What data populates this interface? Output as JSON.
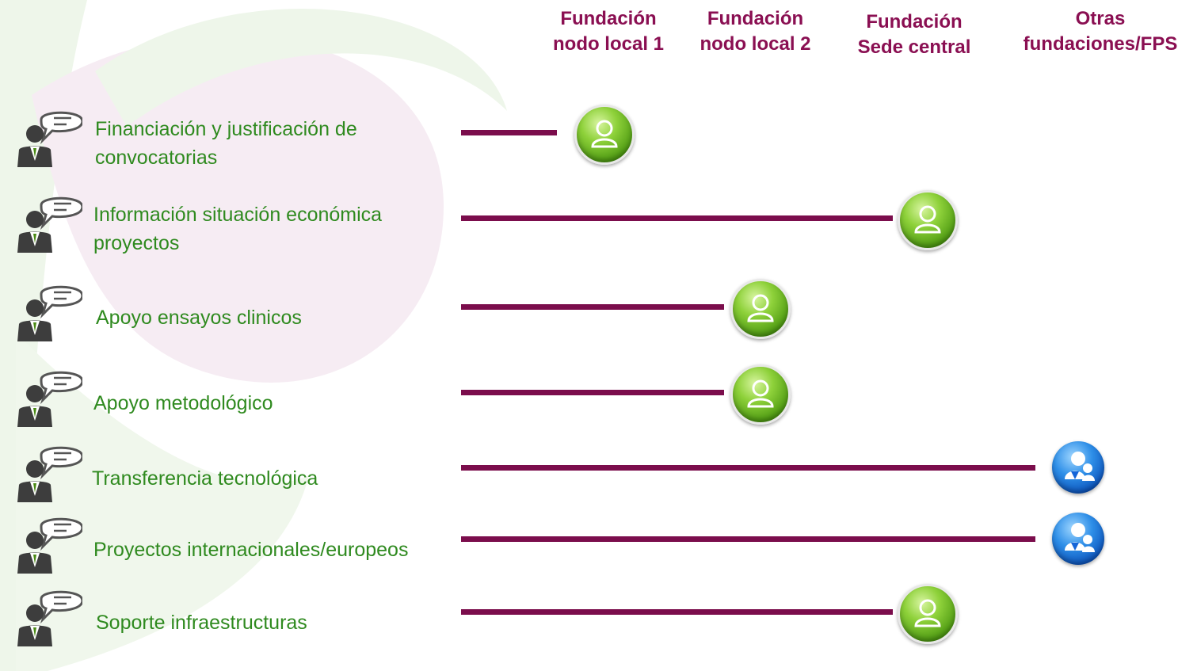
{
  "columns": [
    {
      "line1": "Fundación",
      "line2": "nodo local 1"
    },
    {
      "line1": "Fundación",
      "line2": "nodo local 2"
    },
    {
      "line1": "Fundación",
      "line2": "Sede central"
    },
    {
      "line1": "Otras",
      "line2": "fundaciones/FPS"
    }
  ],
  "rows": [
    {
      "label_lines": [
        "Financiación y justificación de",
        "convocatorias"
      ],
      "target_column": 1,
      "node_style": "green-person-icon"
    },
    {
      "label_lines": [
        "Información situación económica",
        "proyectos"
      ],
      "target_column": 3,
      "node_style": "green-person-icon"
    },
    {
      "label_lines": [
        "Apoyo ensayos clinicos"
      ],
      "target_column": 2,
      "node_style": "green-person-icon"
    },
    {
      "label_lines": [
        "Apoyo metodológico"
      ],
      "target_column": 2,
      "node_style": "green-person-icon"
    },
    {
      "label_lines": [
        "Transferencia tecnológica"
      ],
      "target_column": 4,
      "node_style": "blue-group-icon"
    },
    {
      "label_lines": [
        "Proyectos internacionales/europeos"
      ],
      "target_column": 4,
      "node_style": "blue-group-icon"
    },
    {
      "label_lines": [
        "Soporte infraestructuras"
      ],
      "target_column": 3,
      "node_style": "green-person-icon"
    }
  ],
  "colors": {
    "header": "#8a0f52",
    "label": "#2f8a1f",
    "connector": "#7b0d4c",
    "node_green": "#5fb01c",
    "node_blue": "#1565d8"
  }
}
